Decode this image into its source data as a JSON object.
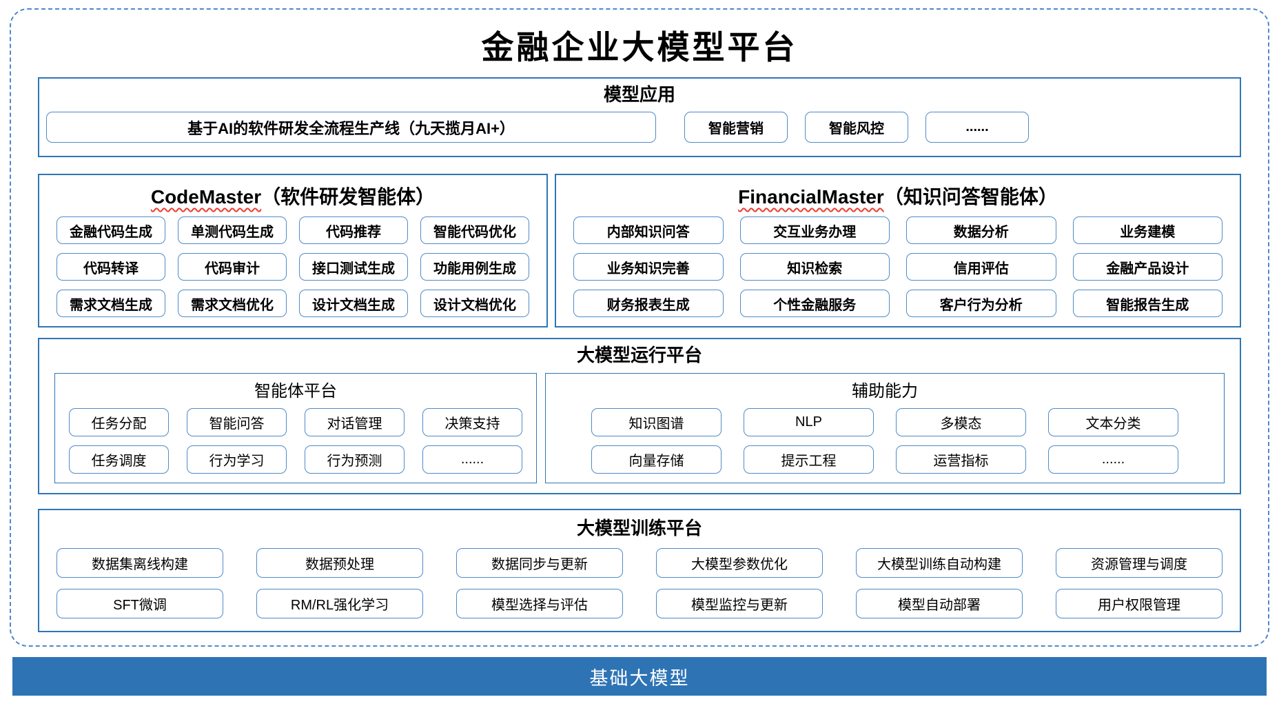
{
  "title": "金融企业大模型平台",
  "model_application": {
    "header": "模型应用",
    "pipeline_box": "基于AI的软件研发全流程生产线（九天揽月AI+）",
    "boxes": [
      "智能营销",
      "智能风控",
      "......"
    ]
  },
  "codemaster": {
    "name": "CodeMaster",
    "subtitle": "（软件研发智能体）",
    "boxes": [
      "金融代码生成",
      "单测代码生成",
      "代码推荐",
      "智能代码优化",
      "代码转译",
      "代码审计",
      "接口测试生成",
      "功能用例生成",
      "需求文档生成",
      "需求文档优化",
      "设计文档生成",
      "设计文档优化"
    ]
  },
  "financialmaster": {
    "name": "FinancialMaster",
    "subtitle": "（知识问答智能体）",
    "boxes": [
      "内部知识问答",
      "交互业务办理",
      "数据分析",
      "业务建模",
      "业务知识完善",
      "知识检索",
      "信用评估",
      "金融产品设计",
      "财务报表生成",
      "个性金融服务",
      "客户行为分析",
      "智能报告生成"
    ]
  },
  "runtime_platform": {
    "header": "大模型运行平台",
    "agent_platform": {
      "header": "智能体平台",
      "boxes": [
        "任务分配",
        "智能问答",
        "对话管理",
        "决策支持",
        "任务调度",
        "行为学习",
        "行为预测",
        "......"
      ]
    },
    "auxiliary": {
      "header": "辅助能力",
      "boxes": [
        "知识图谱",
        "NLP",
        "多模态",
        "文本分类",
        "向量存储",
        "提示工程",
        "运营指标",
        "......"
      ]
    }
  },
  "training_platform": {
    "header": "大模型训练平台",
    "boxes": [
      "数据集离线构建",
      "数据预处理",
      "数据同步与更新",
      "大模型参数优化",
      "大模型训练自动构建",
      "资源管理与调度",
      "SFT微调",
      "RM/RL强化学习",
      "模型选择与评估",
      "模型监控与更新",
      "模型自动部署",
      "用户权限管理"
    ]
  },
  "base_model_bar": "基础大模型",
  "colors": {
    "section_border": "#2e75b6",
    "box_border": "#4e8ac8",
    "dashed_border": "#4f86ce",
    "base_bar": "#2e74b5",
    "squiggle": "#ed3b2f"
  }
}
